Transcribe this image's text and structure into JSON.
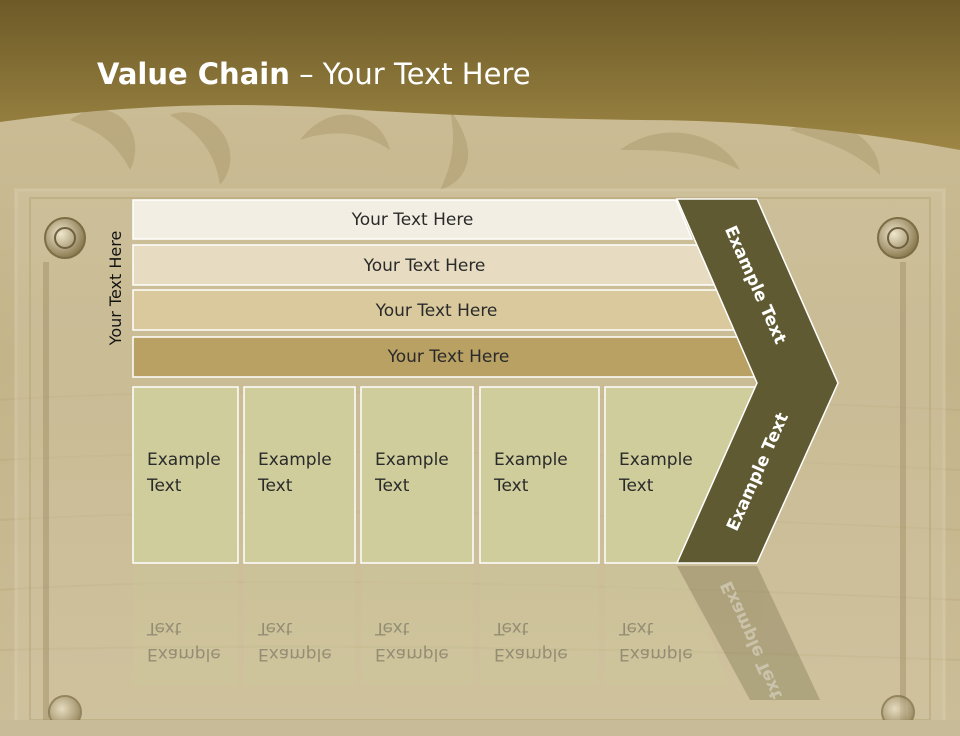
{
  "slide": {
    "title_bold": "Value Chain",
    "title_rest": " – Your Text Here"
  },
  "side_label": "Your Text Here",
  "bands": [
    "Your Text Here",
    "Your Text Here",
    "Your Text Here",
    "Your Text Here"
  ],
  "cells": [
    "Example Text",
    "Example Text",
    "Example Text",
    "Example Text",
    "Example Text"
  ],
  "chevron_upper": "Example Text",
  "chevron_lower": "Example Text",
  "colors": {
    "header": "#8a7336",
    "band1": "#f3eee3",
    "band2": "#e7dcc2",
    "band3": "#d9c99c",
    "band4": "#b9a063",
    "cell": "#cfcd9c",
    "chevron": "#5f5a32"
  }
}
